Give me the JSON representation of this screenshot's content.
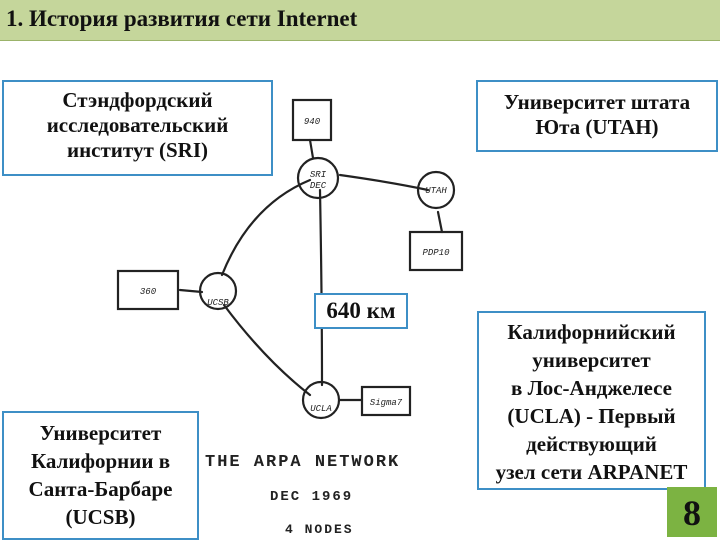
{
  "slide": {
    "title": "1. История развития сети Internet",
    "page_number": "8"
  },
  "boxes": {
    "sri": [
      "Стэндфордский",
      "исследовательский",
      "институт (SRI)"
    ],
    "utah": [
      "Университет штата",
      "Юта (UTAH)"
    ],
    "ucla": [
      "Калифорнийский",
      "университет",
      "в Лос-Анджелесе",
      "(UCLA) - Первый",
      "действующий",
      "узел сети ARPANET"
    ],
    "ucsb": [
      "Университет",
      "Калифорнии в",
      "Санта-Барбаре",
      "(UCSB)"
    ],
    "distance": "640 км"
  },
  "sketch": {
    "caption_lines": [
      "THE ARPA NETWORK",
      "DEC 1969",
      "4 NODES"
    ],
    "node_labels": {
      "sri": [
        "SRI",
        "DEC"
      ],
      "utah": [
        "UTAH"
      ],
      "ucsb": [
        "UCSB"
      ],
      "ucla": [
        "UCLA"
      ]
    },
    "host_labels": [
      "940",
      "360",
      "PDP10",
      "Sigma7"
    ]
  }
}
